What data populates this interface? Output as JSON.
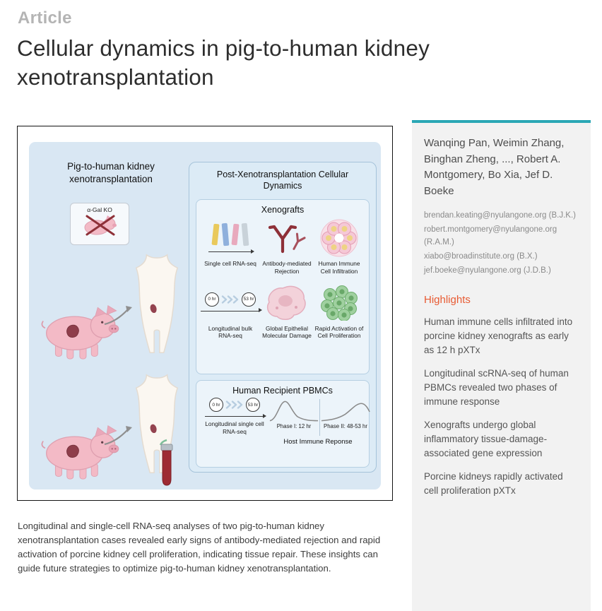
{
  "page": {
    "kicker": "Article",
    "title": "Cellular dynamics in pig-to-human kidney xenotransplantation"
  },
  "figure": {
    "left_heading": "Pig-to-human kidney xenotransplantation",
    "agal_label": "α-Gal KO",
    "right_heading": "Post-Xenotransplantation Cellular Dynamics",
    "xenografts": {
      "title": "Xenografts",
      "single_cell_label": "Single cell RNA-seq",
      "antibody_label": "Antibody-mediated Rejection",
      "infiltration_label": "Human Immune Cell Infiltration",
      "t0": "0 hr",
      "t53": "53 hr",
      "bulk_label": "Longitudinal bulk RNA-seq",
      "damage_label": "Global Epithelial Molecular Damage",
      "proliferation_label": "Rapid Activation of Cell Proliferation"
    },
    "pbmcs": {
      "title": "Human Recipient PBMCs",
      "t0": "0 hr",
      "t53": "53 hr",
      "longitudinal_label": "Longitudinal single cell RNA-seq",
      "phase1_label": "Phase I: 12 hr",
      "phase2_label": "Phase II: 48-53 hr",
      "axis_label": "Host Immune Reponse"
    }
  },
  "caption": "Longitudinal and single-cell RNA-seq analyses of two pig-to-human kidney xenotransplantation cases revealed early signs of antibody-mediated rejection and rapid activation of porcine kidney cell proliferation, indicating tissue repair. These insights can guide future strategies to optimize pig-to-human kidney xenotransplantation.",
  "sidebar": {
    "authors": "Wanqing Pan, Weimin Zhang, Binghan Zheng, ..., Robert A. Montgomery, Bo Xia, Jef D. Boeke",
    "emails": [
      "brendan.keating@nyulangone.org (B.J.K.)",
      "robert.montgomery@nyulangone.org (R.A.M.)",
      "xiabo@broadinstitute.org (B.X.)",
      "jef.boeke@nyulangone.org (J.D.B.)"
    ],
    "highlights_title": "Highlights",
    "highlights": [
      "Human immune cells infiltrated into porcine kidney xenografts as early as 12 h pXTx",
      "Longitudinal scRNA-seq of human PBMCs revealed two phases of immune response",
      "Xenografts undergo global inflammatory tissue-damage-associated gene expression",
      "Porcine kidneys rapidly activated cell proliferation pXTx"
    ]
  },
  "colors": {
    "accent_teal": "#2aa7b5",
    "highlights_orange": "#e85b33",
    "panel_blue": "#d9e7f3",
    "pig_pink": "#f3bac6",
    "kidney_maroon": "#8e3e4b",
    "antibody_red": "#8e3038",
    "cell_green": "#9fd09f"
  }
}
